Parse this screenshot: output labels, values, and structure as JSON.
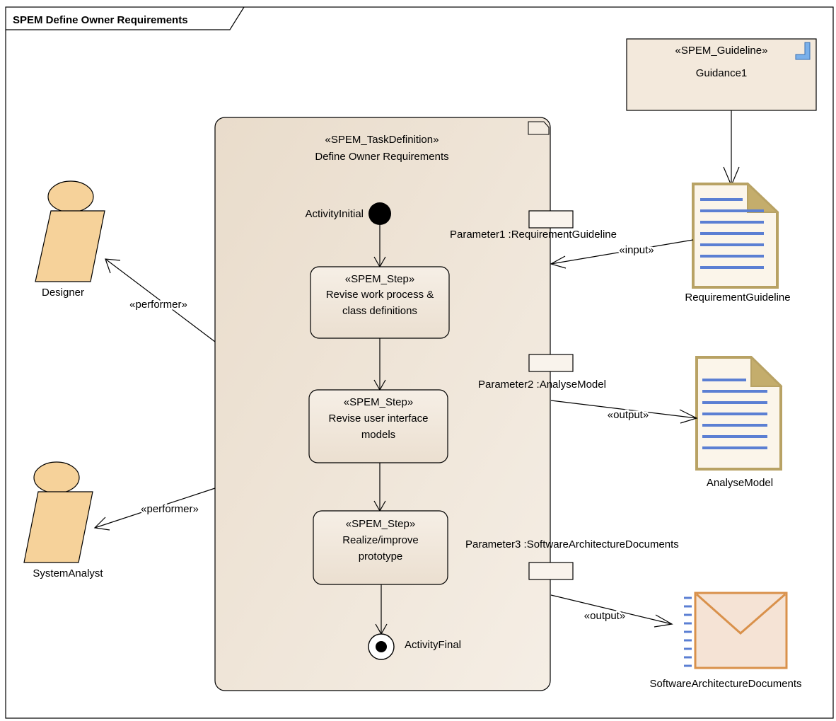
{
  "frame": {
    "title": "SPEM Define Owner Requirements"
  },
  "task": {
    "stereotype": "«SPEM_TaskDefinition»",
    "name": "Define Owner Requirements",
    "initial_label": "ActivityInitial",
    "final_label": "ActivityFinal",
    "steps": [
      {
        "stereotype": "«SPEM_Step»",
        "lines": [
          "Revise work process &",
          "class definitions"
        ]
      },
      {
        "stereotype": "«SPEM_Step»",
        "lines": [
          "Revise user interface",
          "models"
        ]
      },
      {
        "stereotype": "«SPEM_Step»",
        "lines": [
          "Realize/improve",
          "prototype"
        ]
      }
    ]
  },
  "roles": [
    {
      "name": "Designer",
      "relation": "«performer»"
    },
    {
      "name": "SystemAnalyst",
      "relation": "«performer»"
    }
  ],
  "guideline": {
    "stereotype": "«SPEM_Guideline»",
    "name": "Guidance1"
  },
  "parameters": [
    {
      "label": "Parameter1 :RequirementGuideline",
      "relation": "«input»"
    },
    {
      "label": "Parameter2 :AnalyseModel",
      "relation": "«output»"
    },
    {
      "label": "Parameter3 :SoftwareArchitectureDocuments",
      "relation": "«output»"
    }
  ],
  "artifacts": [
    {
      "name": "RequirementGuideline"
    },
    {
      "name": "AnalyseModel"
    },
    {
      "name": "SoftwareArchitectureDocuments"
    }
  ],
  "colors": {
    "task_fill": "#efe5d8",
    "role_fill": "#f6d29a",
    "doc_border": "#b8a264",
    "doc_lines": "#5b7fd3",
    "envelope_border": "#d9914b",
    "envelope_fill": "#f5e3d5",
    "guideline_fill": "#f3e9dc"
  }
}
